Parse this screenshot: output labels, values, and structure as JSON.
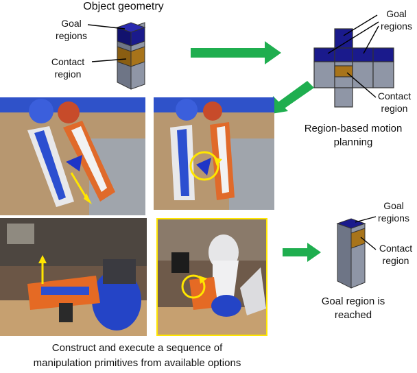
{
  "figure": {
    "title": "Object geometry",
    "goal_regions_label_1": "Goal regions",
    "contact_region_label_1": "Contact region",
    "goal_regions_label_2": "Goal regions",
    "contact_region_label_2": "Contact region",
    "planning_caption": "Region-based motion planning",
    "goal_regions_label_3": "Goal regions",
    "contact_region_label_3": "Contact region",
    "goal_reached_caption": "Goal region is reached",
    "bottom_caption_line1": "Construct and execute a sequence of",
    "bottom_caption_line2": "manipulation primitives from available options"
  },
  "colors": {
    "goal": "#1a1a8c",
    "contact": "#a8741a",
    "body": "#8f96a6",
    "arrow": "#1fae4f",
    "highlight": "#ffe600"
  }
}
